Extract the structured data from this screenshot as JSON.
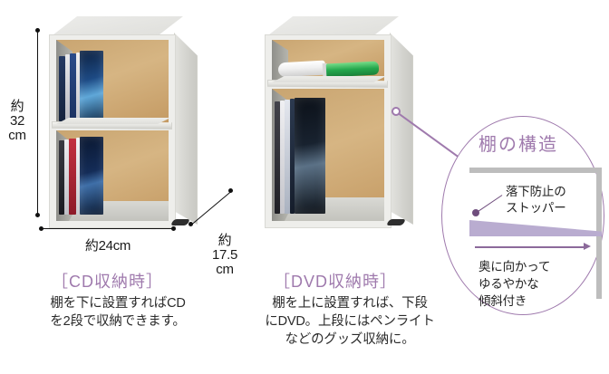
{
  "page": {
    "background_color": "#ffffff",
    "accent_color": "#9f7aad",
    "text_color": "#1f1f1f"
  },
  "left_product": {
    "dimensions": {
      "height_label_lines": [
        "約",
        "32",
        "cm"
      ],
      "height_label": "約32cm",
      "width_label": "約24cm",
      "depth_label_lines": [
        "約",
        "17.5",
        "cm"
      ],
      "depth_label": "約17.5cm"
    },
    "caption": {
      "title": "［CD収納時］",
      "body_lines": [
        "棚を下に設置すればCD",
        "を2段で収納できます。"
      ]
    },
    "contents": {
      "upper_shelf": "CDケース",
      "lower_shelf": "CDケース"
    }
  },
  "right_product": {
    "caption": {
      "title": "［DVD収納時］",
      "body_lines": [
        "棚を上に設置すれば、下段",
        "にDVD。上段にはペンライト",
        "などのグッズ収納に。"
      ]
    },
    "contents": {
      "upper_shelf": "ペンライト",
      "lower_shelf": "DVDケース"
    }
  },
  "callout": {
    "title": "棚の構造",
    "stopper_label_lines": [
      "落下防止の",
      "ストッパー"
    ],
    "slope_label_lines": [
      "奥に向かって",
      "ゆるやかな",
      "傾斜付き"
    ],
    "arrow_direction": "right"
  }
}
